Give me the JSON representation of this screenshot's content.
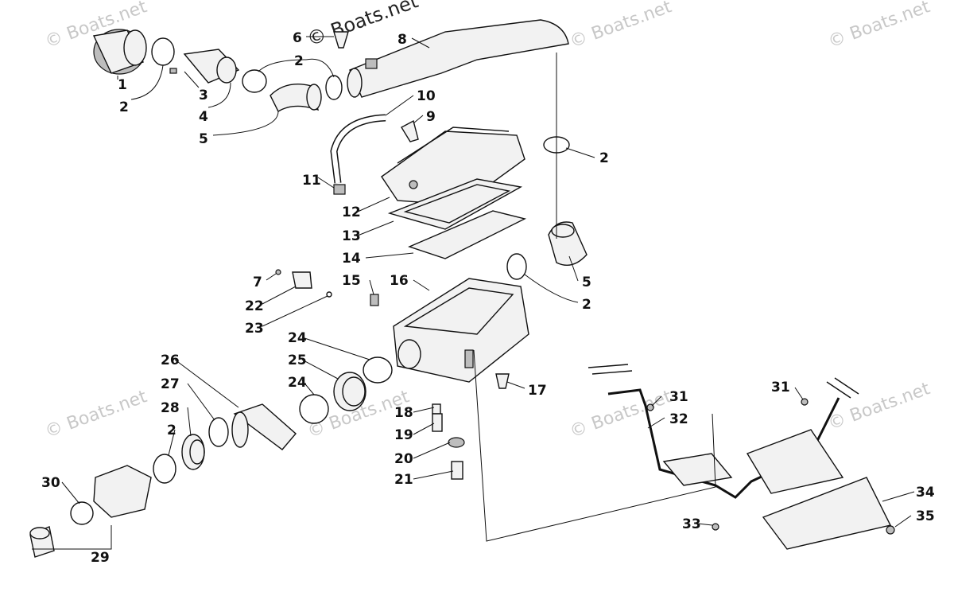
{
  "watermark": {
    "top": "© Boats.net",
    "faint": "© Boats.net"
  },
  "callouts": [
    "1",
    "2",
    "3",
    "4",
    "5",
    "6",
    "7",
    "8",
    "9",
    "10",
    "11",
    "12",
    "13",
    "14",
    "15",
    "16",
    "17",
    "18",
    "19",
    "20",
    "21",
    "22",
    "23",
    "24",
    "25",
    "26",
    "27",
    "28",
    "29",
    "30",
    "31",
    "32",
    "33",
    "34",
    "35"
  ]
}
